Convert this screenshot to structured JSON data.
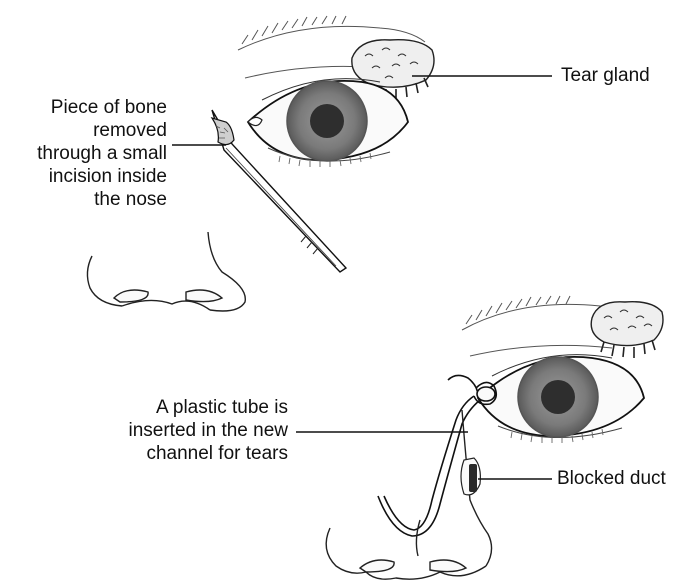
{
  "labels": {
    "tear_gland": "Tear gland",
    "bone": [
      "Piece of bone",
      "removed",
      "through a small",
      "incision inside",
      "the nose"
    ],
    "tube": [
      "A plastic tube is",
      "inserted in the new",
      "channel for tears"
    ],
    "blocked_duct": "Blocked duct"
  },
  "colors": {
    "ink": "#111111",
    "iris": "#7d7d7d",
    "iris_ring": "#555555",
    "pupil": "#2e2e2e",
    "gland_fill": "#efefef",
    "duct_fill": "#2a2a2a",
    "eye_white": "#fafafa"
  }
}
